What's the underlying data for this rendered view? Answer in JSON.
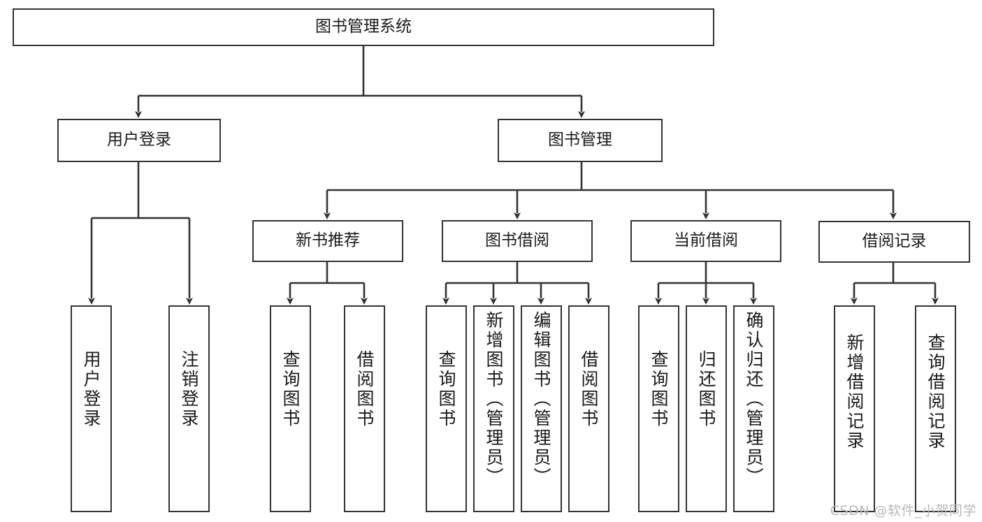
{
  "diagram": {
    "type": "tree-hierarchy-chart",
    "title": "图书管理系统",
    "nodes": {
      "root": {
        "label": "图书管理系统",
        "level": 1,
        "orientation": "horizontal"
      },
      "l2": [
        {
          "id": "user-login",
          "label": "用户登录",
          "level": 2,
          "orientation": "horizontal"
        },
        {
          "id": "book-management",
          "label": "图书管理",
          "level": 2,
          "orientation": "horizontal"
        }
      ],
      "l3": [
        {
          "id": "new-book-recommend",
          "label": "新书推荐",
          "level": 3,
          "orientation": "horizontal",
          "parent": "book-management"
        },
        {
          "id": "book-borrow",
          "label": "图书借阅",
          "level": 3,
          "orientation": "horizontal",
          "parent": "book-management"
        },
        {
          "id": "current-borrow",
          "label": "当前借阅",
          "level": 3,
          "orientation": "horizontal",
          "parent": "book-management"
        },
        {
          "id": "borrow-record",
          "label": "借阅记录",
          "level": 3,
          "orientation": "horizontal",
          "parent": "book-management"
        }
      ],
      "leaves": [
        {
          "id": "leaf-user-login",
          "label": "用户登录",
          "parent": "user-login",
          "orientation": "vertical"
        },
        {
          "id": "leaf-user-logout",
          "label": "注销登录",
          "parent": "user-login",
          "orientation": "vertical"
        },
        {
          "id": "leaf-query-book-1",
          "label": "查询图书",
          "parent": "new-book-recommend",
          "orientation": "vertical"
        },
        {
          "id": "leaf-borrow-book-1",
          "label": "借阅图书",
          "parent": "new-book-recommend",
          "orientation": "vertical"
        },
        {
          "id": "leaf-query-book-2",
          "label": "查询图书",
          "parent": "book-borrow",
          "orientation": "vertical"
        },
        {
          "id": "leaf-add-book",
          "label": "新增图书（管理员）",
          "parent": "book-borrow",
          "orientation": "vertical"
        },
        {
          "id": "leaf-edit-book",
          "label": "编辑图书（管理员）",
          "parent": "book-borrow",
          "orientation": "vertical"
        },
        {
          "id": "leaf-borrow-book-2",
          "label": "借阅图书",
          "parent": "book-borrow",
          "orientation": "vertical"
        },
        {
          "id": "leaf-query-book-3",
          "label": "查询图书",
          "parent": "current-borrow",
          "orientation": "vertical"
        },
        {
          "id": "leaf-return-book",
          "label": "归还图书",
          "parent": "current-borrow",
          "orientation": "vertical"
        },
        {
          "id": "leaf-confirm-return",
          "label": "确认归还（管理员）",
          "parent": "current-borrow",
          "orientation": "vertical"
        },
        {
          "id": "leaf-add-record",
          "label": "新增借阅记录",
          "parent": "borrow-record",
          "orientation": "vertical"
        },
        {
          "id": "leaf-query-record",
          "label": "查询借阅记录",
          "parent": "borrow-record",
          "orientation": "vertical"
        }
      ]
    },
    "colors": {
      "border": "#333333",
      "text": "#1a1a1a",
      "background": "#ffffff",
      "watermark": "#b9b9b9"
    }
  },
  "watermark": {
    "text": "CSDN @软件_小贺同学"
  }
}
